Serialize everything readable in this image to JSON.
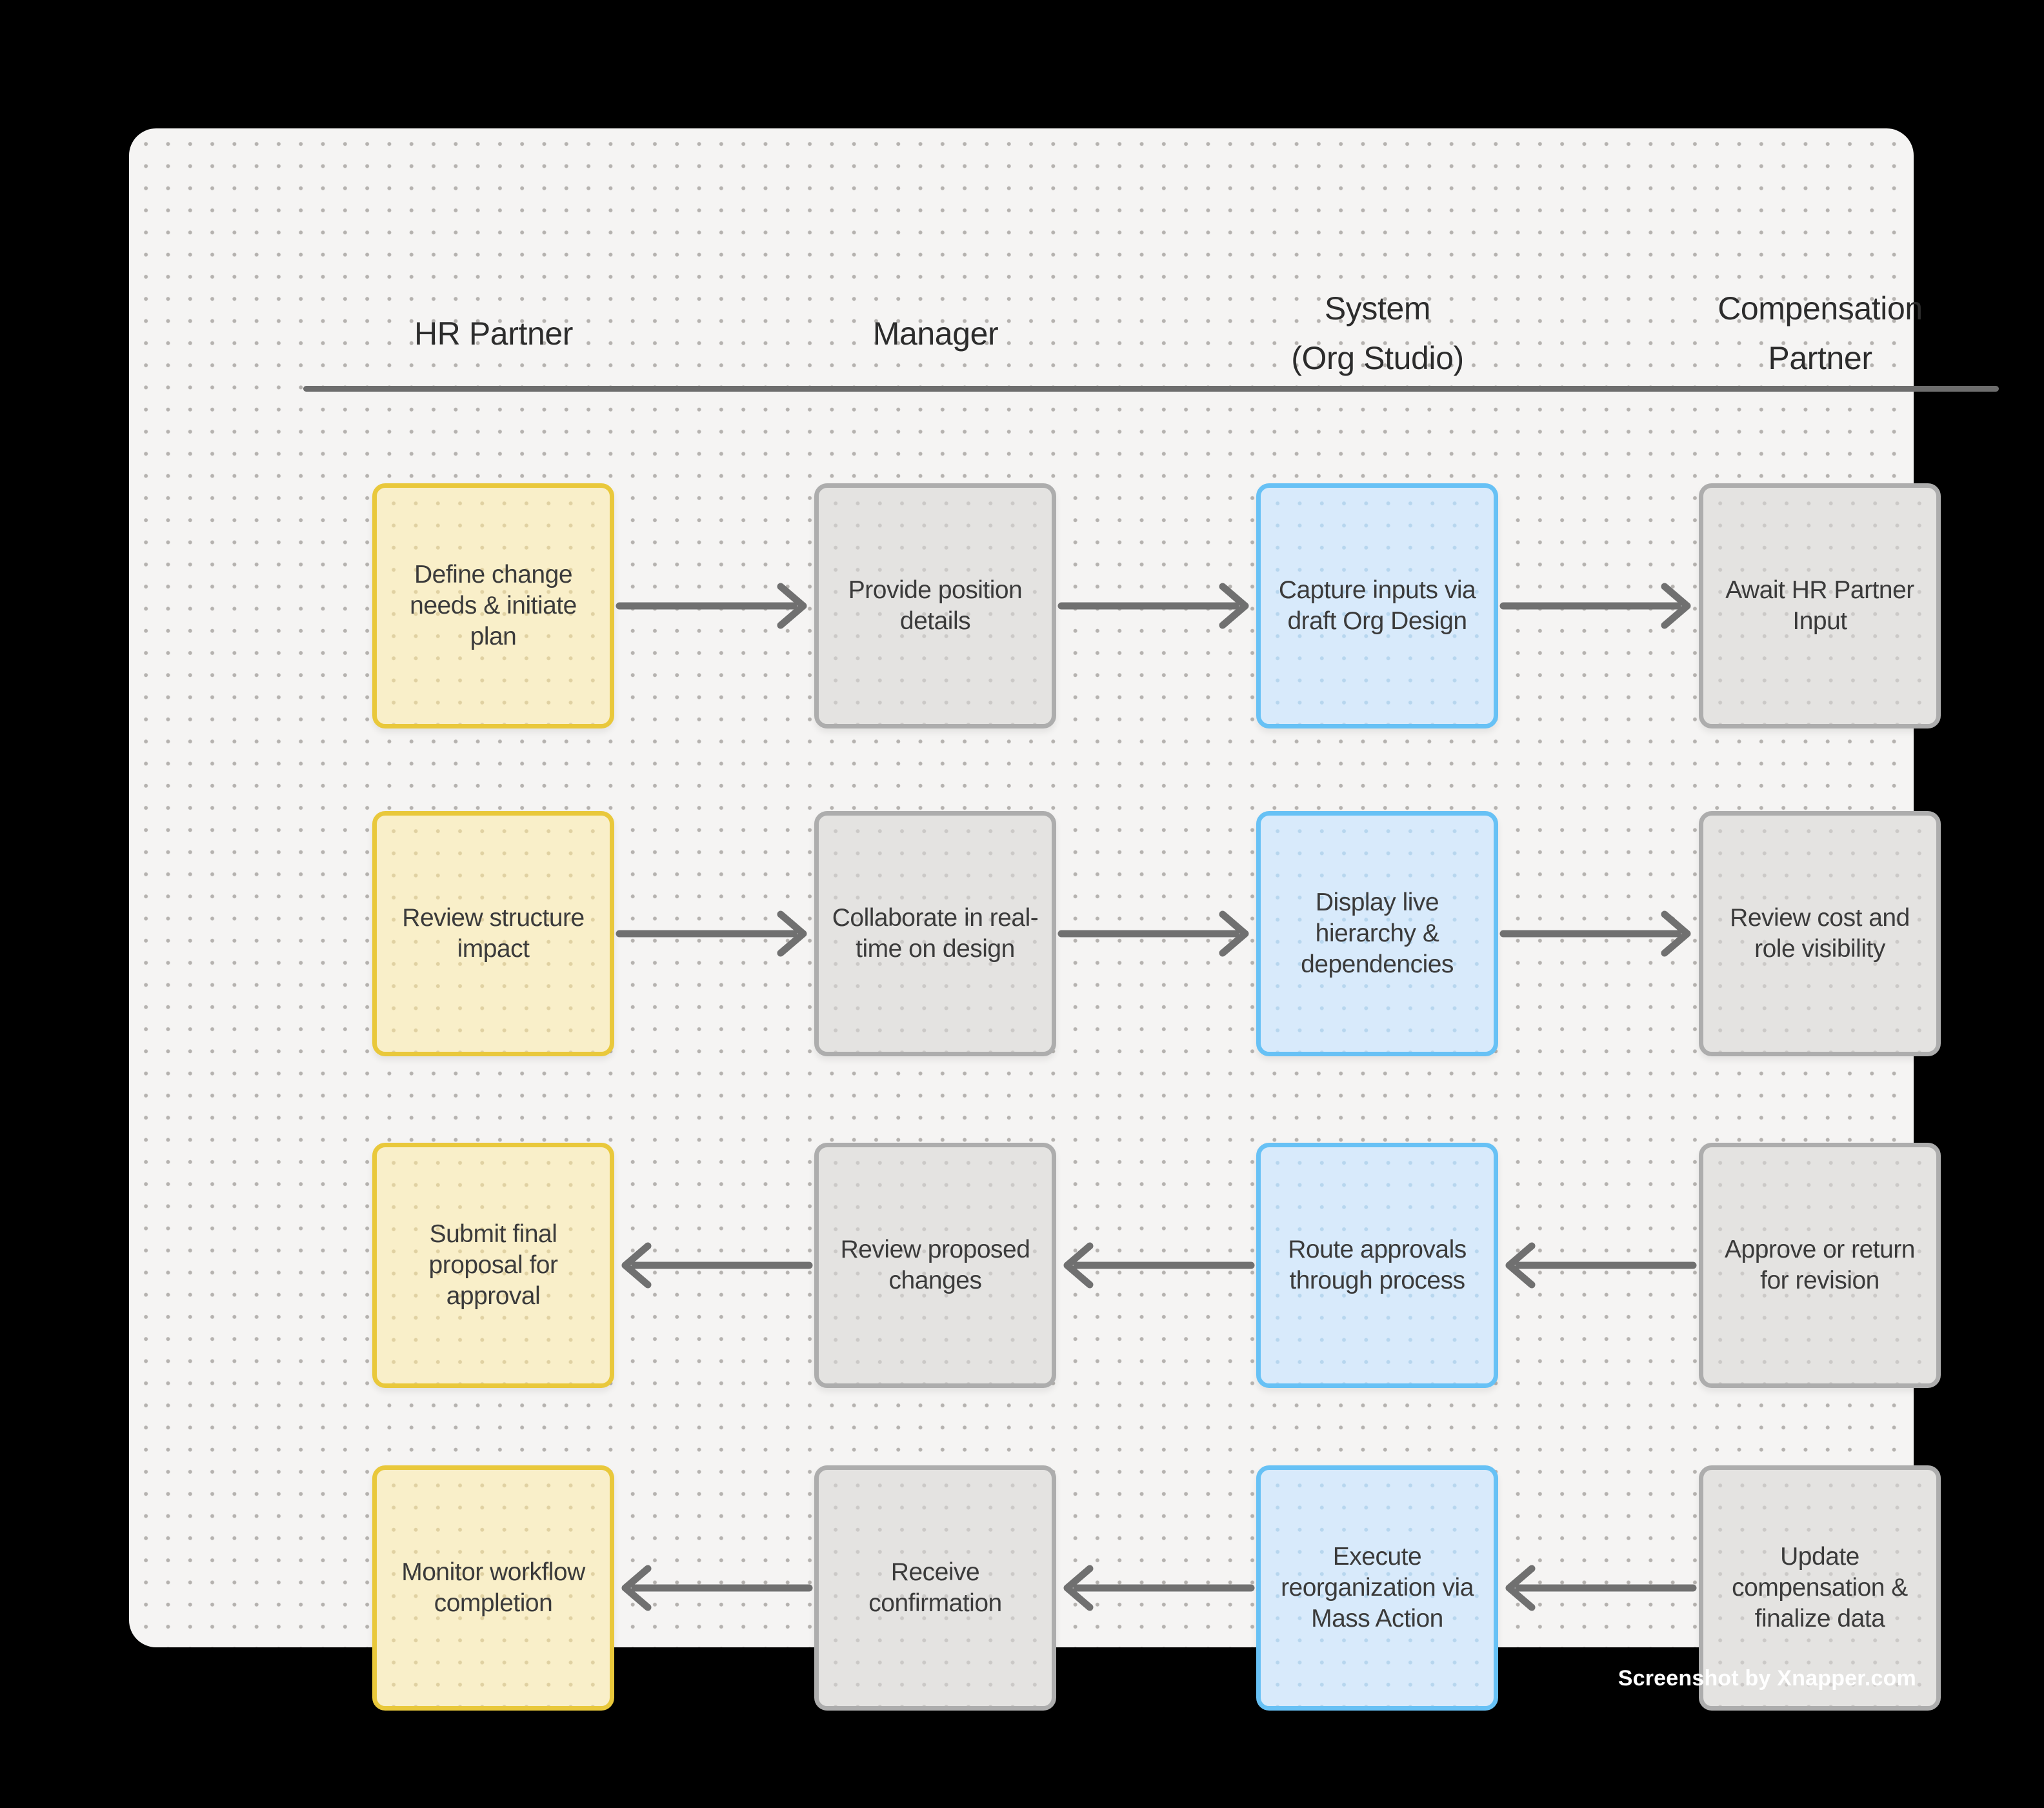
{
  "watermark": "Screenshot by Xnapper.com",
  "colors": {
    "background": "#000000",
    "canvas": "#f5f4f3",
    "hr_partner_fill": "#f9efc9",
    "hr_partner_border": "#e9c83b",
    "system_fill": "#d8eafb",
    "system_border": "#67c1f5",
    "neutral_fill": "#e4e3e1",
    "neutral_border": "#adadad",
    "arrow": "#707070",
    "header_text": "#2c2c2c",
    "step_text": "#3b3b3b"
  },
  "lanes": [
    {
      "id": "hr-partner",
      "title": "HR Partner",
      "title2": ""
    },
    {
      "id": "manager",
      "title": "Manager",
      "title2": ""
    },
    {
      "id": "system-org-studio",
      "title": "System",
      "title2": "(Org Studio)"
    },
    {
      "id": "compensation-partner",
      "title": "Compensation",
      "title2": "Partner"
    }
  ],
  "rows": [
    {
      "direction": "right",
      "steps": [
        {
          "actor": "HR Partner",
          "label": "Define change\nneeds & initiate\nplan"
        },
        {
          "actor": "Manager",
          "label": "Provide position\ndetails"
        },
        {
          "actor": "System (Org Studio)",
          "label": "Capture inputs via\ndraft Org Design"
        },
        {
          "actor": "Compensation Partner",
          "label": "Await HR Partner\nInput"
        }
      ]
    },
    {
      "direction": "right",
      "steps": [
        {
          "actor": "HR Partner",
          "label": "Review structure\nimpact"
        },
        {
          "actor": "Manager",
          "label": "Collaborate in real-\ntime on design"
        },
        {
          "actor": "System (Org Studio)",
          "label": "Display live\nhierarchy &\ndependencies"
        },
        {
          "actor": "Compensation Partner",
          "label": "Review cost and\nrole visibility"
        }
      ]
    },
    {
      "direction": "left",
      "steps": [
        {
          "actor": "HR Partner",
          "label": "Submit final\nproposal for\napproval"
        },
        {
          "actor": "Manager",
          "label": "Review proposed\nchanges"
        },
        {
          "actor": "System (Org Studio)",
          "label": "Route approvals\nthrough process"
        },
        {
          "actor": "Compensation Partner",
          "label": "Approve or return\nfor revision"
        }
      ]
    },
    {
      "direction": "left",
      "steps": [
        {
          "actor": "HR Partner",
          "label": "Monitor workflow\ncompletion"
        },
        {
          "actor": "Manager",
          "label": "Receive\nconfirmation"
        },
        {
          "actor": "System (Org Studio)",
          "label": "Execute\nreorganization via\nMass Action"
        },
        {
          "actor": "Compensation Partner",
          "label": "Update\ncompensation &\nfinalize data"
        }
      ]
    }
  ]
}
